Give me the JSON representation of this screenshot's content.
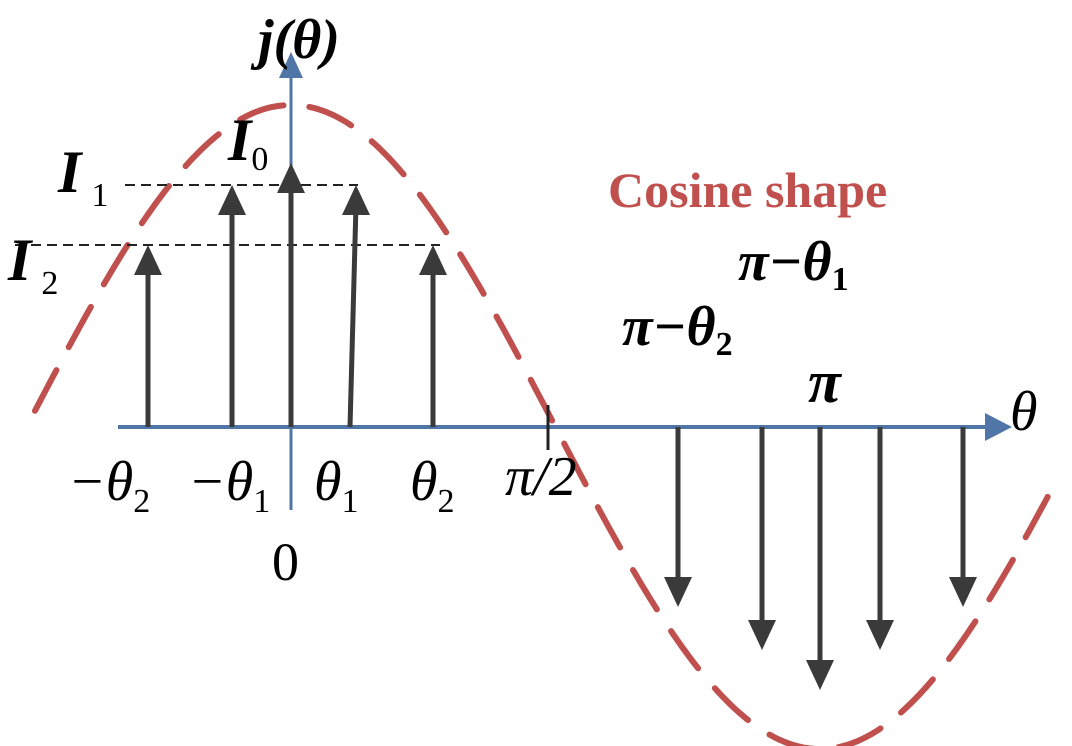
{
  "labels": {
    "y_axis": "j(θ)",
    "x_axis": "θ",
    "origin": "0",
    "curve": "Cosine shape",
    "I0": {
      "main": "I",
      "sub": "0"
    },
    "I1": {
      "main": "I",
      "sub": "1"
    },
    "I2": {
      "main": "I",
      "sub": "2"
    },
    "neg_theta2": {
      "main": "−θ",
      "sub": "2"
    },
    "neg_theta1": {
      "main": "−θ",
      "sub": "1"
    },
    "theta1": {
      "main": "θ",
      "sub": "1"
    },
    "theta2": {
      "main": "θ",
      "sub": "2"
    },
    "half_pi": "π/2",
    "pi_minus_theta2": {
      "main": "π−θ",
      "sub": "2"
    },
    "pi_minus_theta1": {
      "main": "π−θ",
      "sub": "1"
    },
    "pi": "π"
  },
  "colors": {
    "axis": "#4f76a6",
    "curve": "#c0504d",
    "arrow": "#3a3a3a"
  }
}
